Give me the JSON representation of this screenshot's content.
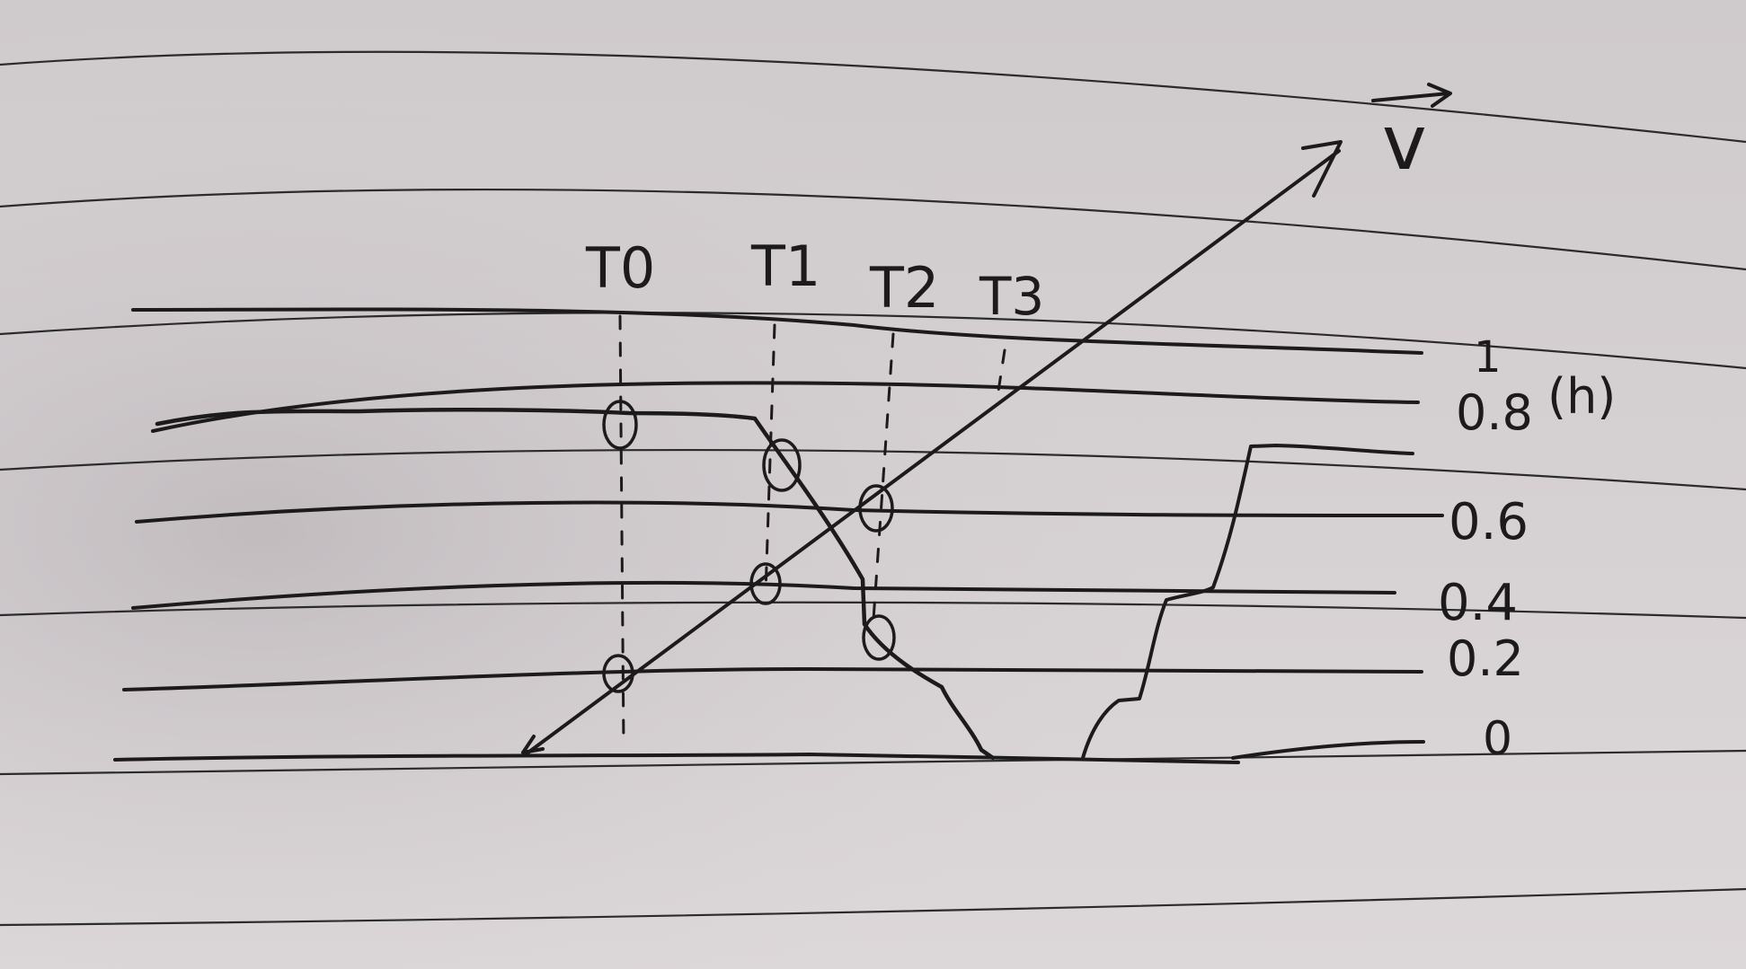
{
  "diagram": {
    "time_labels": [
      "T0",
      "T1",
      "T2",
      "T3"
    ],
    "level_labels": [
      "1",
      "0.8",
      "0.6",
      "0.4",
      "0.2",
      "0"
    ],
    "unit_label": "(h)",
    "vector_label": "v"
  },
  "colors": {
    "paper": "#d6d1d3",
    "ink": "#1c1a1b",
    "rule_line": "#2b2a2c"
  }
}
